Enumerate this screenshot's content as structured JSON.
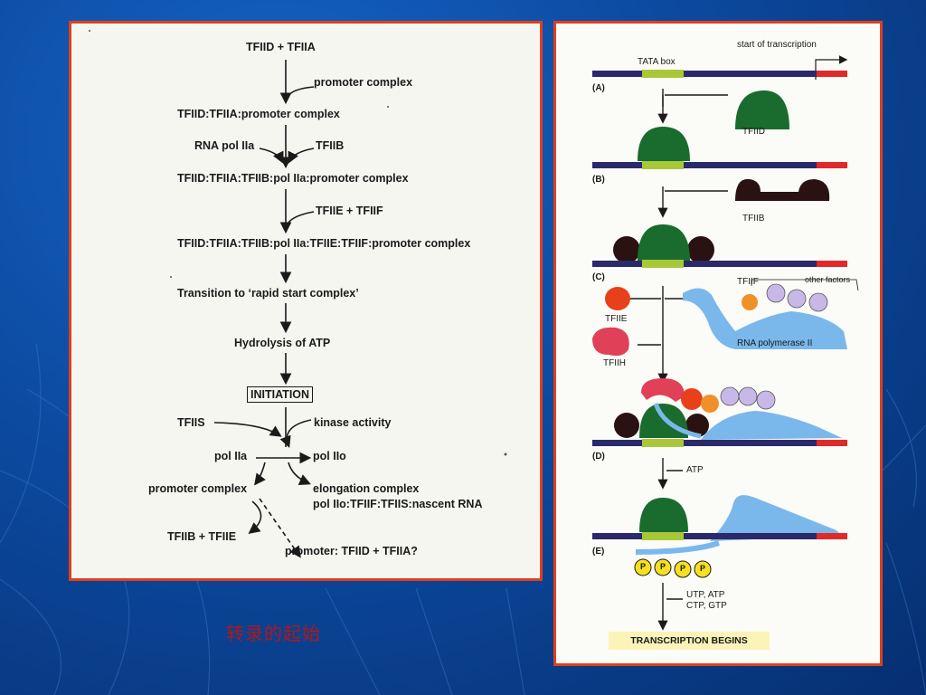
{
  "left": {
    "lines": [
      "TFIID + TFIIA",
      "promoter complex",
      "TFIID:TFIIA:promoter complex",
      "RNA pol IIa",
      "TFIIB",
      "TFIID:TFIIA:TFIIB:pol IIa:promoter complex",
      "TFIIE + TFIIF",
      "TFIID:TFIIA:TFIIB:pol IIa:TFIIE:TFIIF:promoter complex",
      "Transition to ‘rapid start complex’",
      "Hydrolysis of ATP",
      "INITIATION",
      "TFIIS",
      "kinase activity",
      "pol IIa",
      "pol IIo",
      "promoter complex",
      "elongation complex",
      "pol IIo:TFIIF:TFIIS:nascent RNA",
      "TFIIB + TFIIE",
      "promoter: TFIID + TFIIA?"
    ]
  },
  "right": {
    "start_of_transcription": "start of transcription",
    "tata_box": "TATA box",
    "steps": [
      "(A)",
      "(B)",
      "(C)",
      "(D)",
      "(E)"
    ],
    "tfiid": "TFIID",
    "tfiib": "TFIIB",
    "tfiif": "TFIIF",
    "other_factors": "other factors",
    "tfiie": "TFIIE",
    "tfiih": "TFIIH",
    "rna_pol": "RNA polymerase II",
    "atp": "ATP",
    "ntp1": "UTP, ATP",
    "ntp2": "CTP, GTP",
    "phospho": "P",
    "begins": "TRANSCRIPTION BEGINS"
  },
  "caption": "转录的起始",
  "colors": {
    "border": "#e0401c",
    "tfiid": "#1a6b2e",
    "tfiib": "#2a1212",
    "tfiie": "#e8401a",
    "tfiih": "#e04058",
    "tfiif": "#f0902a",
    "other": "#c8b8e8",
    "pol": "#7ab8ec",
    "dna": "#2a2a6a",
    "tata": "#a8c83a",
    "start": "#e02a2a",
    "phosphate": "#f8e020",
    "caption": "#b01818"
  }
}
